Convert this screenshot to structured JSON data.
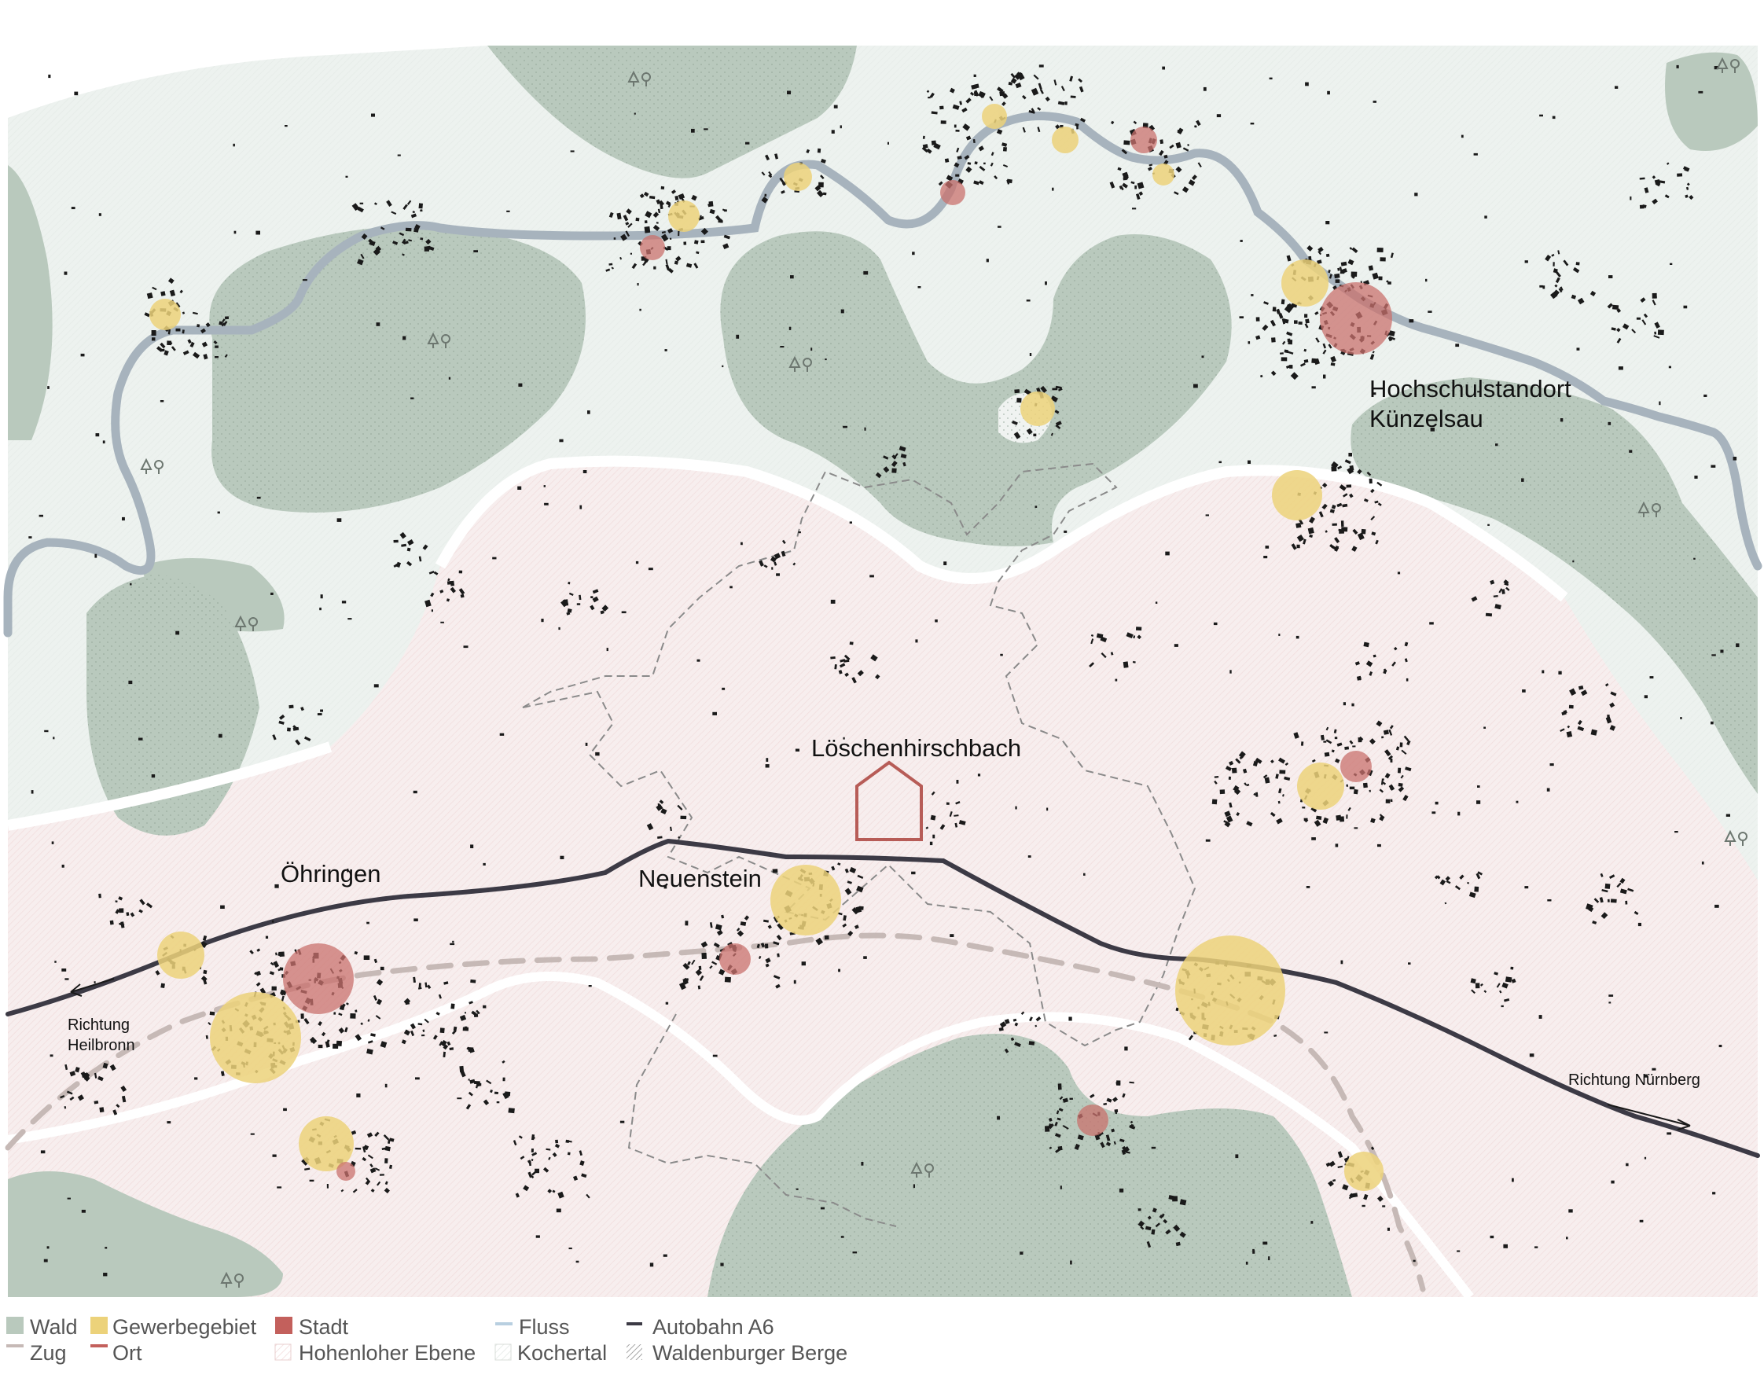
{
  "places": {
    "hochschul_line1": "Hochschulstandort",
    "hochschul_line2": "Künzelsau",
    "loeschenhirschbach": "Löschenhirschbach",
    "oehringen": "Öhringen",
    "neuenstein": "Neuenstein",
    "heilbronn_line1": "Richtung",
    "heilbronn_line2": "Heilbronn",
    "nuernberg": "Richtung Nürnberg"
  },
  "legend": [
    {
      "label": "Wald",
      "color": "#b9c9bd",
      "kind": "swatch"
    },
    {
      "label": "Gewerbegebiet",
      "color": "#ecd27a",
      "kind": "swatch"
    },
    {
      "label": "Stadt",
      "color": "#c3605c",
      "kind": "swatch"
    },
    {
      "label": "Fluss",
      "color": "#b8cfe0",
      "kind": "line"
    },
    {
      "label": "Autobahn A6",
      "color": "#3c3a45",
      "kind": "line"
    },
    {
      "label": "Zug",
      "color": "#c6b9b6",
      "kind": "line"
    },
    {
      "label": "Ort",
      "color": "#c3605c",
      "kind": "line"
    },
    {
      "label": "Hohenloher Ebene",
      "color": "#e8cfcf",
      "kind": "hatch"
    },
    {
      "label": "Kochertal",
      "color": "#d8dcd8",
      "kind": "hatch"
    },
    {
      "label": "Waldenburger Berge",
      "color": "#9e9e9e",
      "kind": "hatch"
    }
  ],
  "colors": {
    "kochertal_bg": "#edf2ef",
    "ebene_bg": "#f7eeee",
    "forest": "#b9c9bd",
    "river": "#a7b3bd",
    "autobahn": "#3c3a45",
    "rail": "#c6b9b6",
    "commercial": "#ecd27a",
    "town": "#c9726d",
    "marker": "#b75c57",
    "buildings": "#1a1a1a"
  },
  "icons": [
    "tree-icon",
    "house-marker-icon",
    "arrow-west-icon",
    "arrow-east-icon"
  ]
}
